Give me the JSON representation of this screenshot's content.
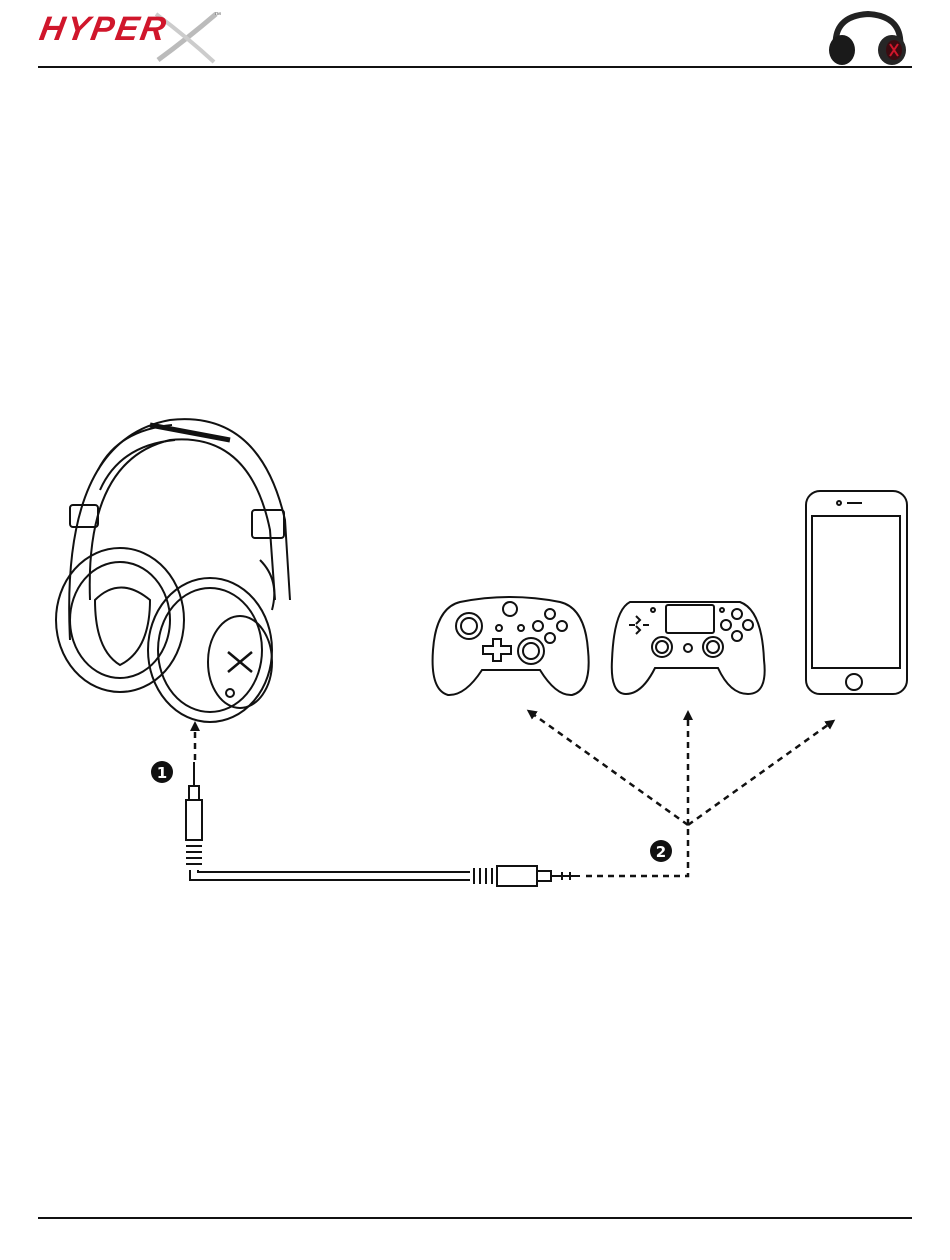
{
  "header": {
    "logo_text": "HYPER",
    "logo_mark_icon": "hyperx-x-swoosh-icon",
    "trademark": "™",
    "product_thumbnail_icon": "headset-thumbnail-icon"
  },
  "diagram": {
    "steps": [
      {
        "number": "1",
        "icon": "headset-jack-arrow-icon"
      },
      {
        "number": "2",
        "icon": "device-jack-arrows-icon"
      }
    ],
    "devices": [
      {
        "icon": "xbox-controller-icon"
      },
      {
        "icon": "playstation-controller-icon"
      },
      {
        "icon": "smartphone-icon"
      }
    ],
    "cable_icon": "3.5mm-audio-cable-icon",
    "headset_icon": "over-ear-headset-icon"
  },
  "colors": {
    "brand_red": "#d0162b",
    "line": "#111111"
  }
}
